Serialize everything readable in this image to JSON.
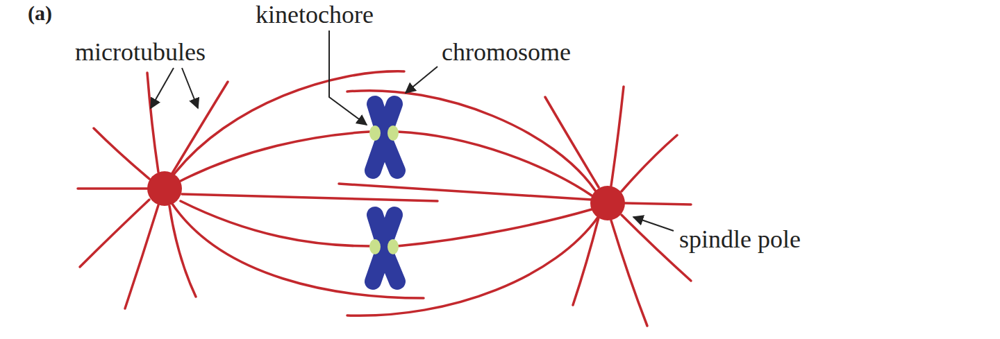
{
  "diagram": {
    "labels": [
      "(a)",
      "kinetochore",
      "microtubules",
      "chromosome",
      "spindle pole"
    ]
  }
}
